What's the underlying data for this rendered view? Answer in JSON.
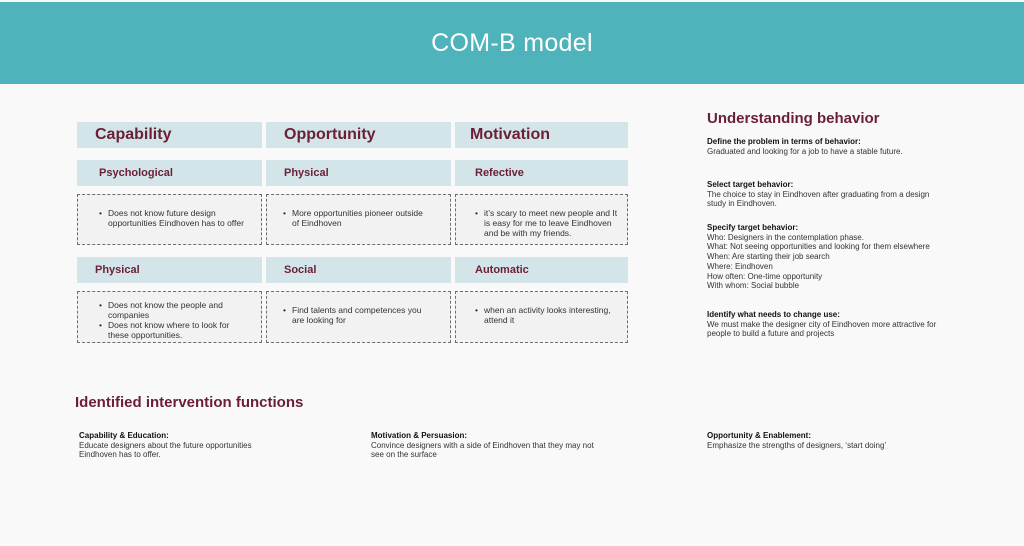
{
  "header": {
    "title": "COM-B model"
  },
  "model": {
    "columns": [
      {
        "title": "Capability",
        "sub1": "Psychological",
        "items1": [
          "Does not know future design opportunities Eindhoven has to offer"
        ],
        "sub2": "Physical",
        "items2": [
          "Does not know the people and companies",
          "Does not know where to look for these opportunities."
        ]
      },
      {
        "title": "Opportunity",
        "sub1": "Physical",
        "items1": [
          "More opportunities pioneer outside of Eindhoven"
        ],
        "sub2": "Social",
        "items2": [
          "Find talents and competences you are looking for"
        ]
      },
      {
        "title": "Motivation",
        "sub1": "Refective",
        "items1": [
          "it’s scary to meet new people and It is easy for me to leave Eindhoven and be with my friends."
        ],
        "sub2": "Automatic",
        "items2": [
          "when an activity looks interesting, attend it"
        ]
      }
    ]
  },
  "understanding": {
    "title": "Understanding behavior",
    "sections": [
      {
        "label": "Define the problem in terms of behavior:",
        "lines": [
          "Graduated and looking for a job to have a stable future."
        ]
      },
      {
        "label": "Select target behavior:",
        "lines": [
          "The choice to stay in Eindhoven after graduating from a design study in Eindhoven."
        ]
      },
      {
        "label": "Specify target behavior:",
        "lines": [
          "Who: Designers in the contemplation phase.",
          "What: Not seeing opportunities and looking for them elsewhere",
          "When: Are starting their job search",
          "Where: Eindhoven",
          "How often: One-time opportunity",
          "With whom: Social bubble"
        ]
      },
      {
        "label": "Identify what needs to change use:",
        "lines": [
          "We must make the designer city of Eindhoven more attractive for people to build a future and projects"
        ]
      }
    ]
  },
  "interventions": {
    "title": "Identified intervention functions",
    "items": [
      {
        "label": "Capability & Education:",
        "text": "Educate designers about the future opportunities Eindhoven has to offer."
      },
      {
        "label": "Motivation & Persuasion:",
        "text": "Convince designers with a side of Eindhoven that they may not see on the surface"
      },
      {
        "label": "Opportunity  & Enablement:",
        "text": "Emphasize the strengths of designers, ‘start doing’"
      }
    ]
  }
}
